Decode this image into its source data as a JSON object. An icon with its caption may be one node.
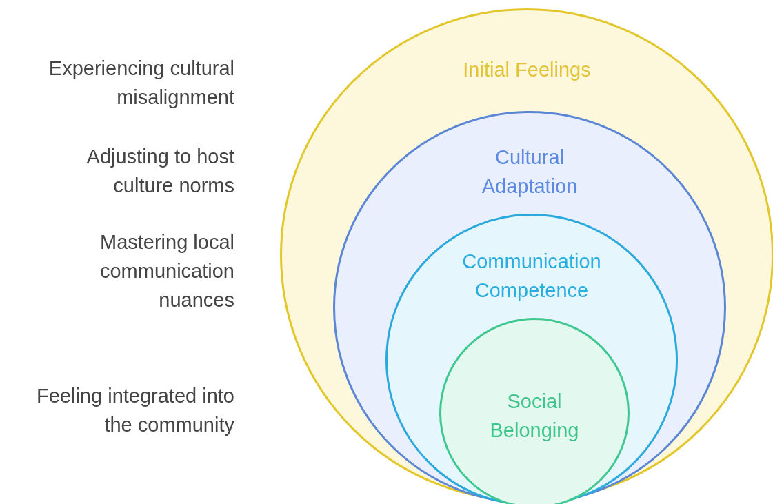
{
  "diagram": {
    "nodes": [
      {
        "text": [
          "Initial Feelings"
        ]
      },
      {
        "text": [
          "Cultural Adaptation"
        ],
        "in": 0
      },
      {
        "text": [
          "Communication Competence"
        ],
        "in": 1
      },
      {
        "text": [
          "Social Belonging"
        ],
        "in": 2
      }
    ],
    "labels": [
      "Experiencing cultural misalignment",
      "Adjusting to host culture norms",
      "Mastering local communication nuances",
      "Feeling integrated into the community"
    ]
  }
}
